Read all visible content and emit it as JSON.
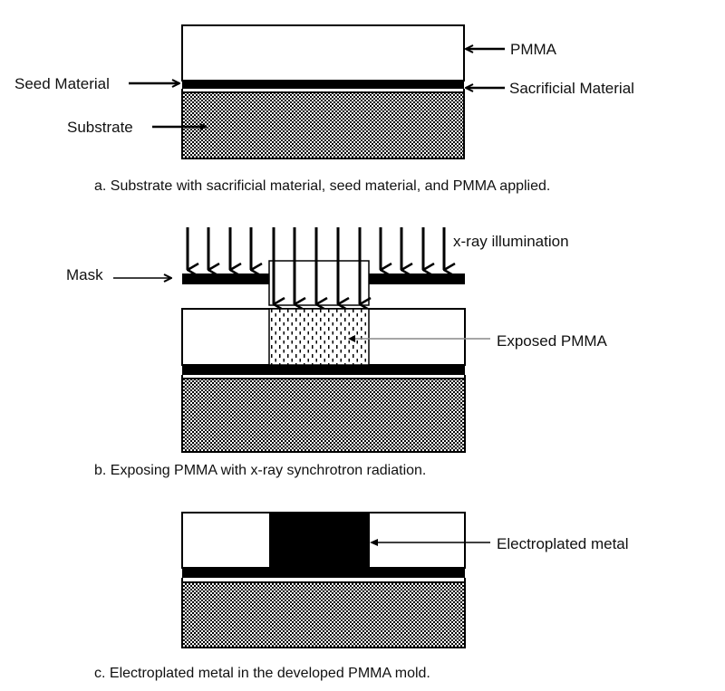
{
  "figure": {
    "panel_a": {
      "labels": {
        "pmma": "PMMA",
        "seed_material": "Seed Material",
        "sacrificial_material": "Sacrificial Material",
        "substrate": "Substrate"
      },
      "caption": "a. Substrate with sacrificial material, seed material, and PMMA applied."
    },
    "panel_b": {
      "labels": {
        "xray": "x-ray illumination",
        "mask": "Mask",
        "exposed_pmma": "Exposed PMMA"
      },
      "caption": "b. Exposing PMMA with x-ray synchrotron radiation."
    },
    "panel_c": {
      "labels": {
        "electroplated_metal": "Electroplated metal"
      },
      "caption": "c. Electroplated metal in the developed PMMA mold."
    },
    "colors": {
      "ink": "#000000",
      "paper": "#ffffff",
      "leader_gray": "#888888"
    }
  }
}
